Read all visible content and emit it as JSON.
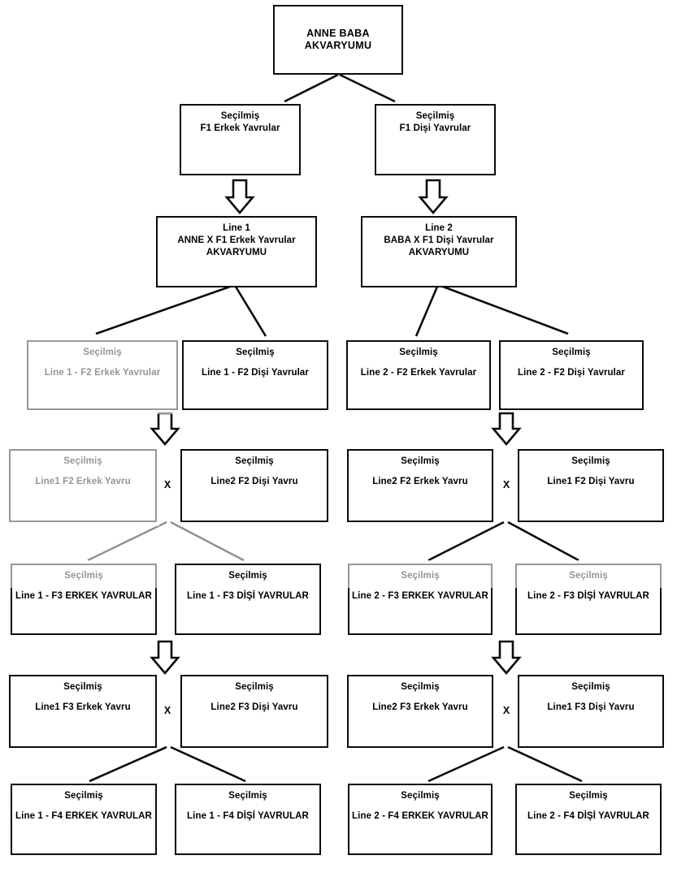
{
  "diagram": {
    "title": "ANNE BABA AKVARYUMU",
    "type": "breeding-pedigree-flowchart",
    "language": "tr",
    "colors": {
      "stroke": "#0b0b0b",
      "background": "#ffffff",
      "text": "#000000"
    },
    "cross_symbol": "X",
    "levels": [
      {
        "level": 0,
        "name": "parent-aquarium",
        "boxes": [
          {
            "id": "root",
            "lines": [
              "ANNE BABA AKVARYUMU"
            ]
          }
        ]
      },
      {
        "level": 1,
        "name": "f1-selected",
        "boxes": [
          {
            "id": "f1-male",
            "lines": [
              "Seçilmiş",
              "F1 Erkek Yavrular"
            ]
          },
          {
            "id": "f1-female",
            "lines": [
              "Seçilmiş",
              "F1 Dişi Yavrular"
            ]
          }
        ]
      },
      {
        "level": 2,
        "name": "line-crosses",
        "boxes": [
          {
            "id": "line1",
            "lines": [
              "Line 1",
              "ANNE  X  F1 Erkek Yavrular",
              "AKVARYUMU"
            ]
          },
          {
            "id": "line2",
            "lines": [
              "Line 2",
              "BABA  X   F1 Dişi Yavrular",
              "AKVARYUMU"
            ]
          }
        ]
      },
      {
        "level": 3,
        "name": "f2-selected",
        "boxes": [
          {
            "id": "l1-f2-male",
            "lines": [
              "Seçilmiş",
              "Line 1 - F2 Erkek Yavrular"
            ]
          },
          {
            "id": "l1-f2-female",
            "lines": [
              "Seçilmiş",
              "Line 1 - F2 Dişi Yavrular"
            ]
          },
          {
            "id": "l2-f2-male",
            "lines": [
              "Seçilmiş",
              "Line 2 - F2 Erkek Yavrular"
            ]
          },
          {
            "id": "l2-f2-female",
            "lines": [
              "Seçilmiş",
              "Line 2 - F2 Dişi Yavrular"
            ]
          }
        ]
      },
      {
        "level": 4,
        "name": "f2-cross",
        "boxes": [
          {
            "id": "x1-left",
            "lines": [
              "Seçilmiş",
              "Line1 F2 Erkek Yavru"
            ]
          },
          {
            "id": "x1-right",
            "lines": [
              "Seçilmiş",
              "Line2 F2 Dişi Yavru"
            ]
          },
          {
            "id": "x2-left",
            "lines": [
              "Seçilmiş",
              "Line2 F2 Erkek Yavru"
            ]
          },
          {
            "id": "x2-right",
            "lines": [
              "Seçilmiş",
              "Line1 F2 Dişi Yavru"
            ]
          }
        ]
      },
      {
        "level": 5,
        "name": "f3-selected",
        "boxes": [
          {
            "id": "l1-f3-male",
            "lines": [
              "Seçilmiş",
              "Line 1 - F3 ERKEK YAVRULAR"
            ]
          },
          {
            "id": "l1-f3-female",
            "lines": [
              "Seçilmiş",
              "Line 1 - F3 DİŞİ YAVRULAR"
            ]
          },
          {
            "id": "l2-f3-male",
            "lines": [
              "Seçilmiş",
              "Line 2 - F3 ERKEK YAVRULAR"
            ]
          },
          {
            "id": "l2-f3-female",
            "lines": [
              "Seçilmiş",
              "Line 2 - F3 DİŞİ YAVRULAR"
            ]
          }
        ]
      },
      {
        "level": 6,
        "name": "f3-cross",
        "boxes": [
          {
            "id": "x3-left",
            "lines": [
              "Seçilmiş",
              "Line1 F3 Erkek Yavru"
            ]
          },
          {
            "id": "x3-right",
            "lines": [
              "Seçilmiş",
              "Line2 F3 Dişi Yavru"
            ]
          },
          {
            "id": "x4-left",
            "lines": [
              "Seçilmiş",
              "Line2 F3 Erkek Yavru"
            ]
          },
          {
            "id": "x4-right",
            "lines": [
              "Seçilmiş",
              "Line1 F3 Dişi Yavru"
            ]
          }
        ]
      },
      {
        "level": 7,
        "name": "f4-selected",
        "boxes": [
          {
            "id": "l1-f4-male",
            "lines": [
              "Seçilmiş",
              "Line 1 - F4 ERKEK YAVRULAR"
            ]
          },
          {
            "id": "l1-f4-female",
            "lines": [
              "Seçilmiş",
              "Line 1 - F4 DİŞİ YAVRULAR"
            ]
          },
          {
            "id": "l2-f4-male",
            "lines": [
              "Seçilmiş",
              "Line 2 -  F4 ERKEK YAVRULAR"
            ]
          },
          {
            "id": "l2-f4-female",
            "lines": [
              "Seçilmiş",
              "Line 2 -  F4 DİŞİ YAVRULAR"
            ]
          }
        ]
      }
    ],
    "cross_marks": [
      {
        "id": "cross-f2-line1",
        "label": "X"
      },
      {
        "id": "cross-f2-line2",
        "label": "X"
      },
      {
        "id": "cross-f3-line1",
        "label": "X"
      },
      {
        "id": "cross-f3-line2",
        "label": "X"
      }
    ],
    "arrows": [
      {
        "id": "arrow-f1-male-to-line1",
        "direction": "down"
      },
      {
        "id": "arrow-f1-female-to-line2",
        "direction": "down"
      },
      {
        "id": "arrow-f2-line1-to-cross",
        "direction": "down"
      },
      {
        "id": "arrow-f2-line2-to-cross",
        "direction": "down"
      },
      {
        "id": "arrow-f3-line1-to-cross",
        "direction": "down"
      },
      {
        "id": "arrow-f3-line2-to-cross",
        "direction": "down"
      }
    ]
  }
}
